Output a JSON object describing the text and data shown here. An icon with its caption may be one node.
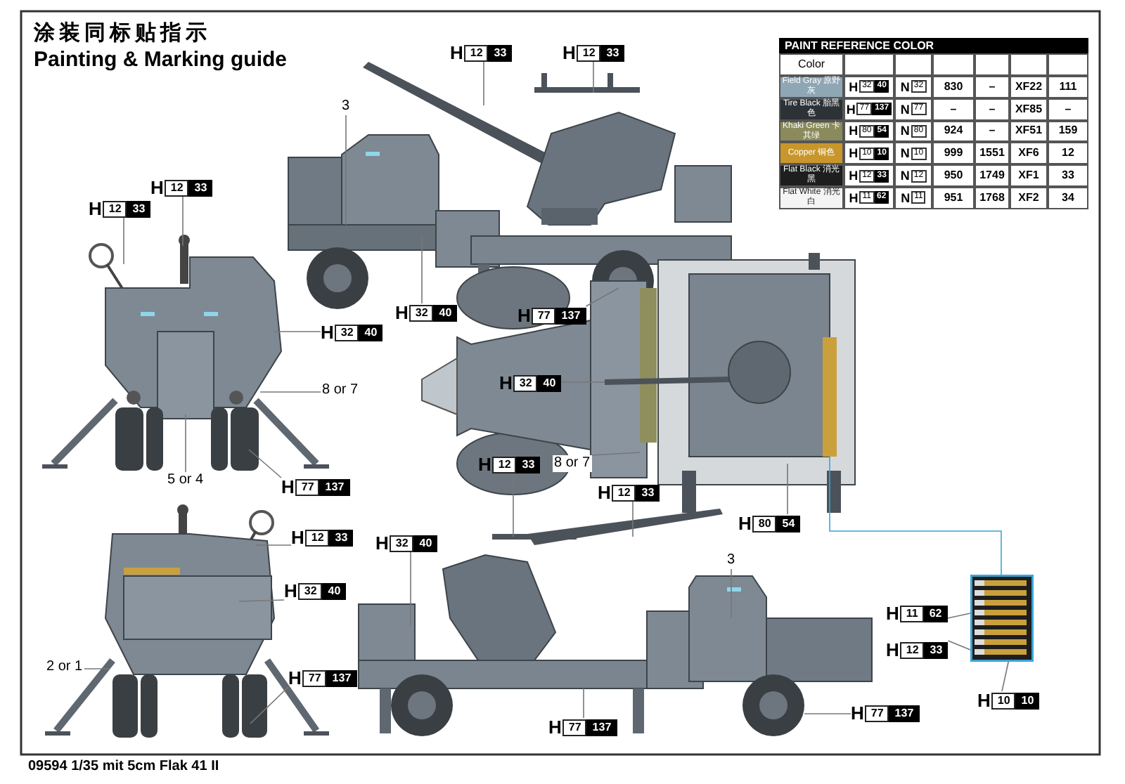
{
  "diagram": {
    "title": "涂装同标贴指示",
    "caption": "09594 1/35 mit 5cm Flak 41 II",
    "nodes": [
      {
        "text": [
          "3"
        ]
      },
      {
        "text": [
          "H",
          "12",
          "33"
        ]
      },
      {
        "text": [
          "H",
          "12",
          "33"
        ]
      },
      {
        "text": [
          "H",
          "12",
          "33"
        ]
      },
      {
        "text": [
          "H",
          "12",
          "33"
        ]
      },
      {
        "text": [
          "H",
          "32",
          "40"
        ]
      },
      {
        "text": [
          "H",
          "77",
          "137"
        ]
      },
      {
        "text": [
          "H",
          "32",
          "40"
        ]
      },
      {
        "text": [
          "8 or 7"
        ]
      },
      {
        "text": [
          "5 or 4"
        ]
      },
      {
        "text": [
          "H",
          "77",
          "137"
        ]
      },
      {
        "text": [
          "H",
          "32",
          "40"
        ]
      },
      {
        "text": [
          "8 or 7"
        ]
      },
      {
        "text": [
          "H",
          "12",
          "33"
        ]
      },
      {
        "text": [
          "H",
          "12",
          "33"
        ]
      },
      {
        "text": [
          "H",
          "80",
          "54"
        ]
      },
      {
        "text": [
          "H",
          "12",
          "33"
        ]
      },
      {
        "text": [
          "H",
          "32",
          "40"
        ]
      },
      {
        "text": [
          "2 or 1"
        ]
      },
      {
        "text": [
          "H",
          "77",
          "137"
        ]
      },
      {
        "text": [
          "H",
          "32",
          "40"
        ]
      },
      {
        "text": [
          "H",
          "77",
          "137"
        ]
      },
      {
        "text": [
          "3"
        ]
      },
      {
        "text": [
          "H",
          "11",
          "62"
        ]
      },
      {
        "text": [
          "H",
          "12",
          "33"
        ]
      },
      {
        "text": [
          "H",
          "10",
          "10"
        ]
      },
      {
        "text": [
          "H",
          "77",
          "137"
        ]
      },
      {
        "text": [],
        "shape": "picture"
      },
      {
        "text": [],
        "shape": "bar"
      }
    ],
    "edges": [
      {
        "from": 0,
        "to": null,
        "arrow": "none"
      },
      {
        "from": 1,
        "to": null,
        "arrow": "none"
      },
      {
        "from": 2,
        "to": null,
        "arrow": "none"
      },
      {
        "from": 3,
        "to": null,
        "arrow": "none"
      },
      {
        "from": 4,
        "to": null,
        "arrow": "none"
      },
      {
        "from": 5,
        "to": null,
        "arrow": "none"
      },
      {
        "from": 6,
        "to": null,
        "arrow": "none"
      },
      {
        "from": 7,
        "to": null,
        "arrow": "none"
      },
      {
        "from": 8,
        "to": null,
        "arrow": "none"
      },
      {
        "from": 9,
        "to": null,
        "arrow": "none"
      },
      {
        "from": 10,
        "to": null,
        "arrow": "none"
      },
      {
        "from": 11,
        "to": null,
        "arrow": "none"
      },
      {
        "from": 12,
        "to": null,
        "arrow": "none"
      },
      {
        "from": 13,
        "to": null,
        "arrow": "none"
      },
      {
        "from": 14,
        "to": null,
        "arrow": "none"
      },
      {
        "from": 15,
        "to": null,
        "arrow": "none"
      },
      {
        "from": 16,
        "to": null,
        "arrow": "none"
      },
      {
        "from": 17,
        "to": null,
        "arrow": "none"
      },
      {
        "from": 18,
        "to": null,
        "arrow": "none"
      },
      {
        "from": 19,
        "to": null,
        "arrow": "none"
      },
      {
        "from": 20,
        "to": null,
        "arrow": "none"
      },
      {
        "from": 21,
        "to": null,
        "arrow": "none"
      },
      {
        "from": 22,
        "to": null,
        "arrow": "none"
      },
      {
        "from": 23,
        "to": 27,
        "arrow": "none"
      },
      {
        "from": 24,
        "to": 27,
        "arrow": "none"
      },
      {
        "from": 25,
        "to": 27,
        "arrow": "none"
      },
      {
        "from": 26,
        "to": null,
        "arrow": "none"
      },
      {
        "from": 28,
        "to": 27,
        "arrow": "none",
        "color": "#3aa4d8"
      }
    ],
    "labels": [
      "Painting & Marking guide",
      "PAINT REFERENCE COLOR",
      "Color",
      "Field Gray 原野灰",
      "H",
      "32",
      "40",
      "N",
      "32",
      "830",
      "–",
      "XF22",
      "111",
      "Tire Black 胎黑色",
      "H",
      "77",
      "137",
      "N",
      "77",
      "–",
      "–",
      "XF85",
      "–",
      "Khaki Green 卡其绿",
      "H",
      "80",
      "54",
      "N",
      "80",
      "924",
      "–",
      "XF51",
      "159",
      "Copper 铜色",
      "H",
      "10",
      "10",
      "N",
      "10",
      "999",
      "1551",
      "XF6",
      "12",
      "Flat Black 消光黑",
      "H",
      "12",
      "33",
      "N",
      "12",
      "950",
      "1749",
      "XF1",
      "33",
      "Flat White 消光白",
      "H",
      "11",
      "62",
      "N",
      "11",
      "951",
      "1768",
      "XF2",
      "34"
    ]
  }
}
